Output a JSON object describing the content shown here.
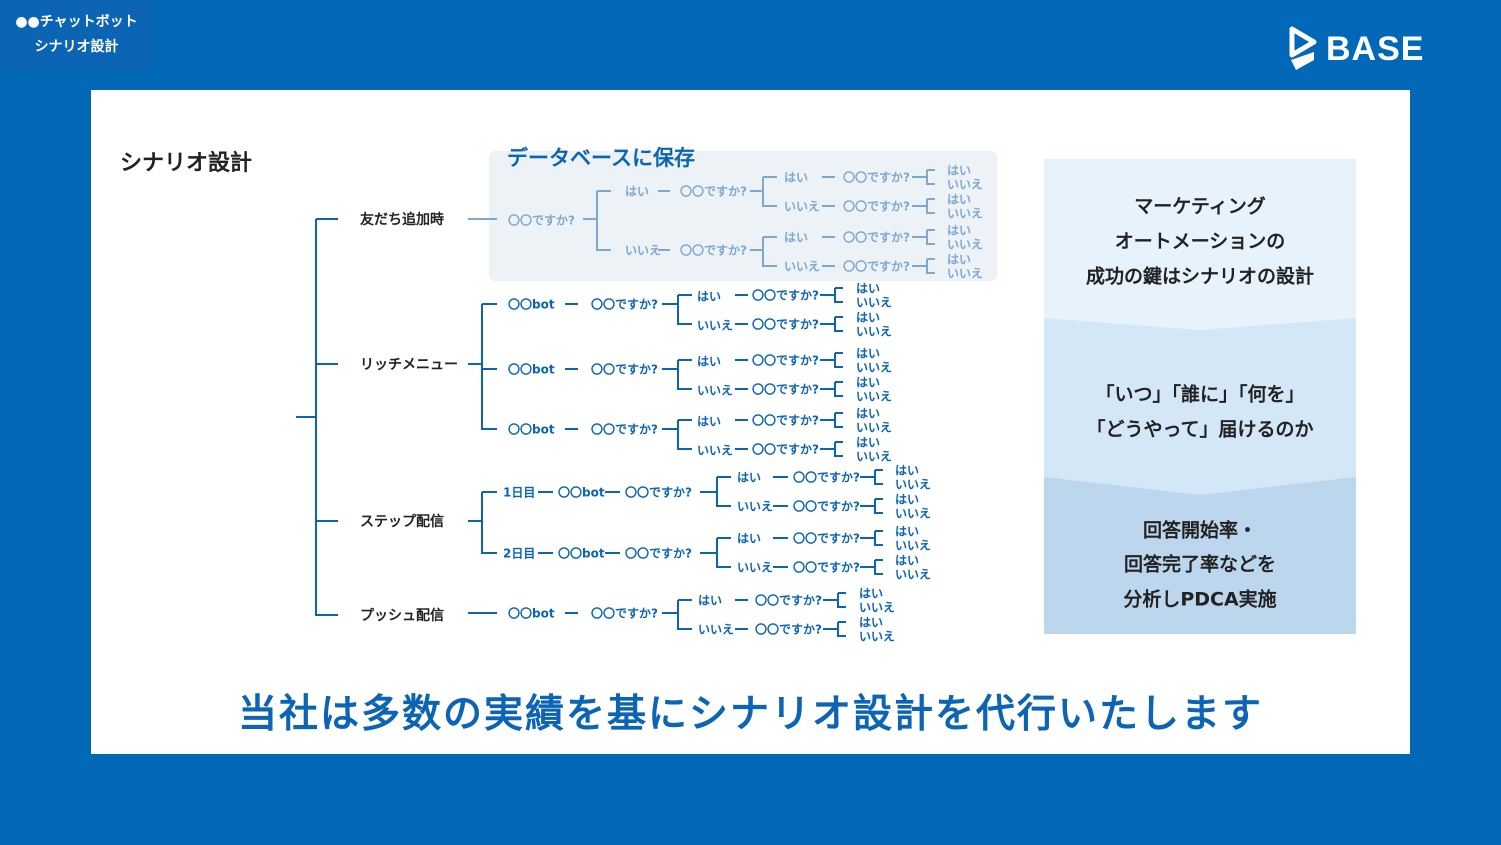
{
  "brand": {
    "name": "BASE"
  },
  "slide": {
    "title": "シナリオ設計",
    "db_title": "データベースに保存",
    "headline": "当社は多数の実績を基にシナリオ設計を代行いたします"
  },
  "tree": {
    "root": [
      "●●チャットボット",
      "シナリオ設計"
    ],
    "branches": [
      "友だち追加時",
      "リッチメニュー",
      "ステップ配信",
      "プッシュ配信"
    ],
    "question": "〇〇ですか?",
    "yes": "はい",
    "no": "いいえ",
    "bot": "〇〇bot",
    "days": [
      "1日目",
      "2日目"
    ]
  },
  "panels": [
    {
      "lines": [
        "マーケティング",
        "オートメーションの",
        "成功の鍵はシナリオの設計"
      ]
    },
    {
      "lines": [
        "「いつ」「誰に」「何を」",
        "「どうやって」届けるのか"
      ]
    },
    {
      "lines": [
        "回答開始率・",
        "回答完了率などを",
        "分析しPDCA実施"
      ]
    }
  ],
  "colors": {
    "brand": "#0068b7",
    "accent": "#0b64b4",
    "faded": "#7ea8d0"
  }
}
